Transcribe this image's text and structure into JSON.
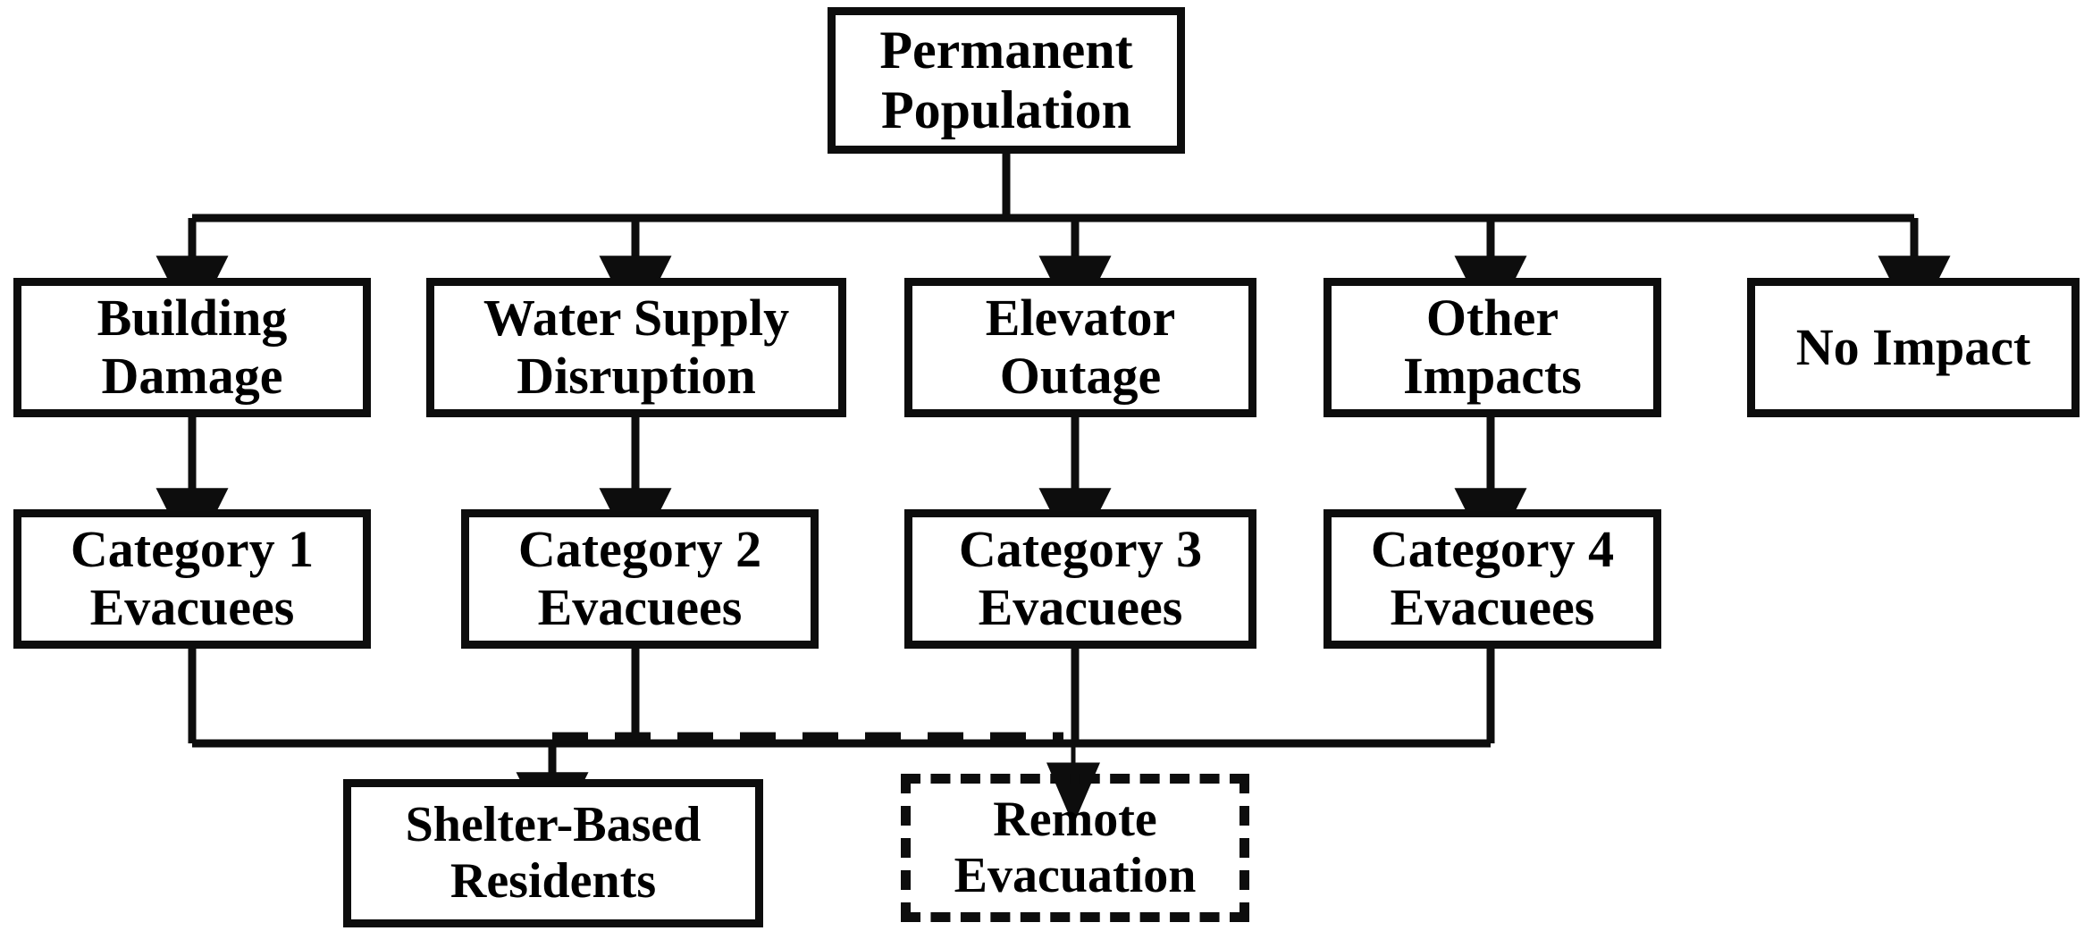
{
  "diagram": {
    "title": "Permanent Population Impact and Evacuation Classification",
    "colors": {
      "stroke": "#0d0d0d",
      "background": "#ffffff",
      "text": "#000000"
    },
    "nodes": {
      "root": {
        "id": "permanent-population",
        "line1": "Permanent",
        "line2": "Population",
        "style": "solid"
      },
      "impacts": [
        {
          "id": "building-damage",
          "line1": "Building",
          "line2": "Damage",
          "style": "solid"
        },
        {
          "id": "water-supply-disruption",
          "line1": "Water Supply",
          "line2": "Disruption",
          "style": "solid"
        },
        {
          "id": "elevator-outage",
          "line1": "Elevator",
          "line2": "Outage",
          "style": "solid"
        },
        {
          "id": "other-impacts",
          "line1": "Other",
          "line2": "Impacts",
          "style": "solid"
        },
        {
          "id": "no-impact",
          "line1": "No Impact",
          "line2": "",
          "style": "solid"
        }
      ],
      "categories": [
        {
          "id": "category-1-evacuees",
          "line1": "Category 1",
          "line2": "Evacuees",
          "style": "solid"
        },
        {
          "id": "category-2-evacuees",
          "line1": "Category 2",
          "line2": "Evacuees",
          "style": "solid"
        },
        {
          "id": "category-3-evacuees",
          "line1": "Category 3",
          "line2": "Evacuees",
          "style": "solid"
        },
        {
          "id": "category-4-evacuees",
          "line1": "Category 4",
          "line2": "Evacuees",
          "style": "solid"
        }
      ],
      "outcomes": [
        {
          "id": "shelter-based-residents",
          "line1": "Shelter-Based",
          "line2": "Residents",
          "style": "solid"
        },
        {
          "id": "remote-evacuation",
          "line1": "Remote",
          "line2": "Evacuation",
          "style": "dashed"
        }
      ]
    },
    "edges": [
      {
        "id": "edge-root-to-impacts",
        "from": "permanent-population",
        "to": "impacts-bus",
        "style": "solid",
        "arrow": "filled"
      },
      {
        "id": "edge-building-damage-to-category-1",
        "from": "building-damage",
        "to": "category-1-evacuees",
        "style": "solid",
        "arrow": "filled"
      },
      {
        "id": "edge-water-supply-to-category-2",
        "from": "water-supply-disruption",
        "to": "category-2-evacuees",
        "style": "solid",
        "arrow": "filled"
      },
      {
        "id": "edge-elevator-outage-to-category-3",
        "from": "elevator-outage",
        "to": "category-3-evacuees",
        "style": "solid",
        "arrow": "filled"
      },
      {
        "id": "edge-other-impacts-to-category-4",
        "from": "other-impacts",
        "to": "category-4-evacuees",
        "style": "solid",
        "arrow": "filled"
      },
      {
        "id": "edge-categories-to-shelter",
        "from": "categories-bus",
        "to": "shelter-based-residents",
        "style": "solid",
        "arrow": "filled"
      },
      {
        "id": "edge-categories-to-remote",
        "from": "categories-bus",
        "to": "remote-evacuation",
        "style": "dashed",
        "arrow": "filled"
      }
    ]
  }
}
